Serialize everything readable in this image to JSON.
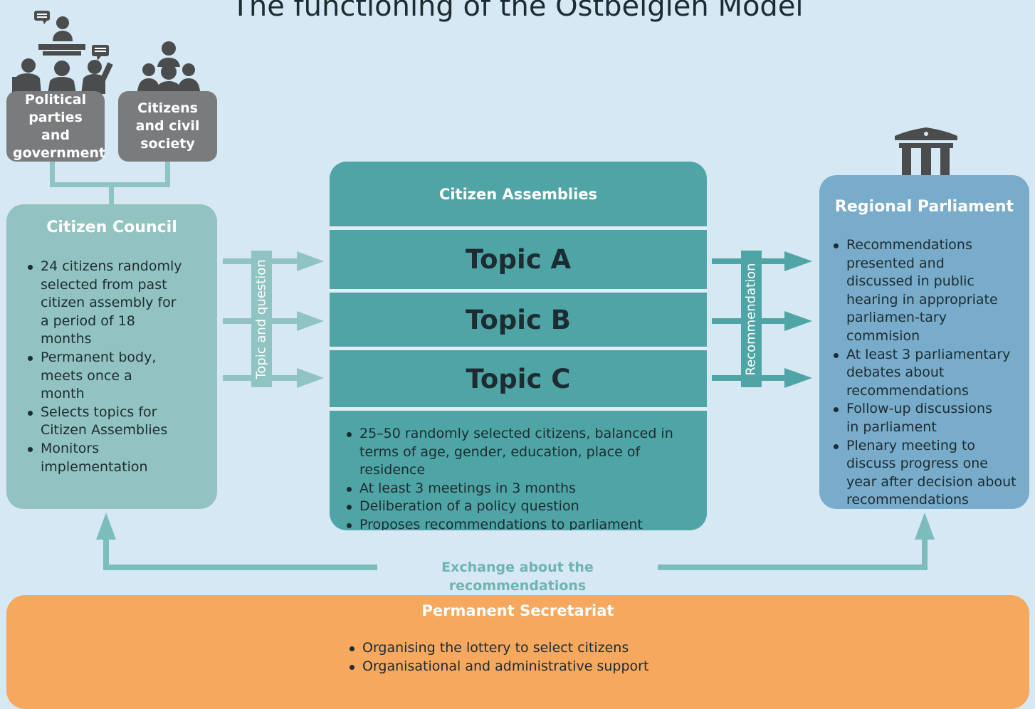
{
  "title": "The functioning of the Ostbelgien Model",
  "political": "Political parties and government",
  "citizens_civil": "Citizens and civil society",
  "council": {
    "title": "Citizen Council",
    "items": [
      "24 citizens randomly selected from past citizen assembly for a period of 18 months",
      "Permanent body, meets once a month",
      "Selects topics for Citizen Assemblies",
      "Monitors implementation"
    ]
  },
  "topic_question_label": "Topic and question",
  "assemblies": {
    "title": "Citizen Assemblies",
    "topics": [
      "Topic A",
      "Topic B",
      "Topic C"
    ],
    "items": [
      "25–50 randomly selected citizens, balanced in terms of age, gender, education, place of residence",
      "At least 3 meetings in 3 months",
      "Deliberation of a policy question",
      "Proposes recommendations to parliament"
    ]
  },
  "recommendation_label": "Recommendation",
  "parliament": {
    "title": "Regional Parliament",
    "items": [
      "Recommendations presented and discussed in public hearing in appropriate parliamen-tary commision",
      "At least 3 parliamentary debates about recommendations",
      "Follow-up discussions in parliament",
      "Plenary meeting to discuss progress one year after decision about recommendations"
    ]
  },
  "exchange_label": "Exchange about the recommendations",
  "secretariat": {
    "title": "Permanent Secretariat",
    "items": [
      "Organising the lottery to select citizens",
      "Organisational and administrative support"
    ]
  },
  "colors": {
    "background": "#d6e8f3",
    "council": "#92c3c0",
    "assembly": "#4fa5a5",
    "parliament": "#78acca",
    "secretariat": "#f5a85e",
    "stakeholder": "#7a7b7d",
    "connector": "#8fc4c2"
  }
}
